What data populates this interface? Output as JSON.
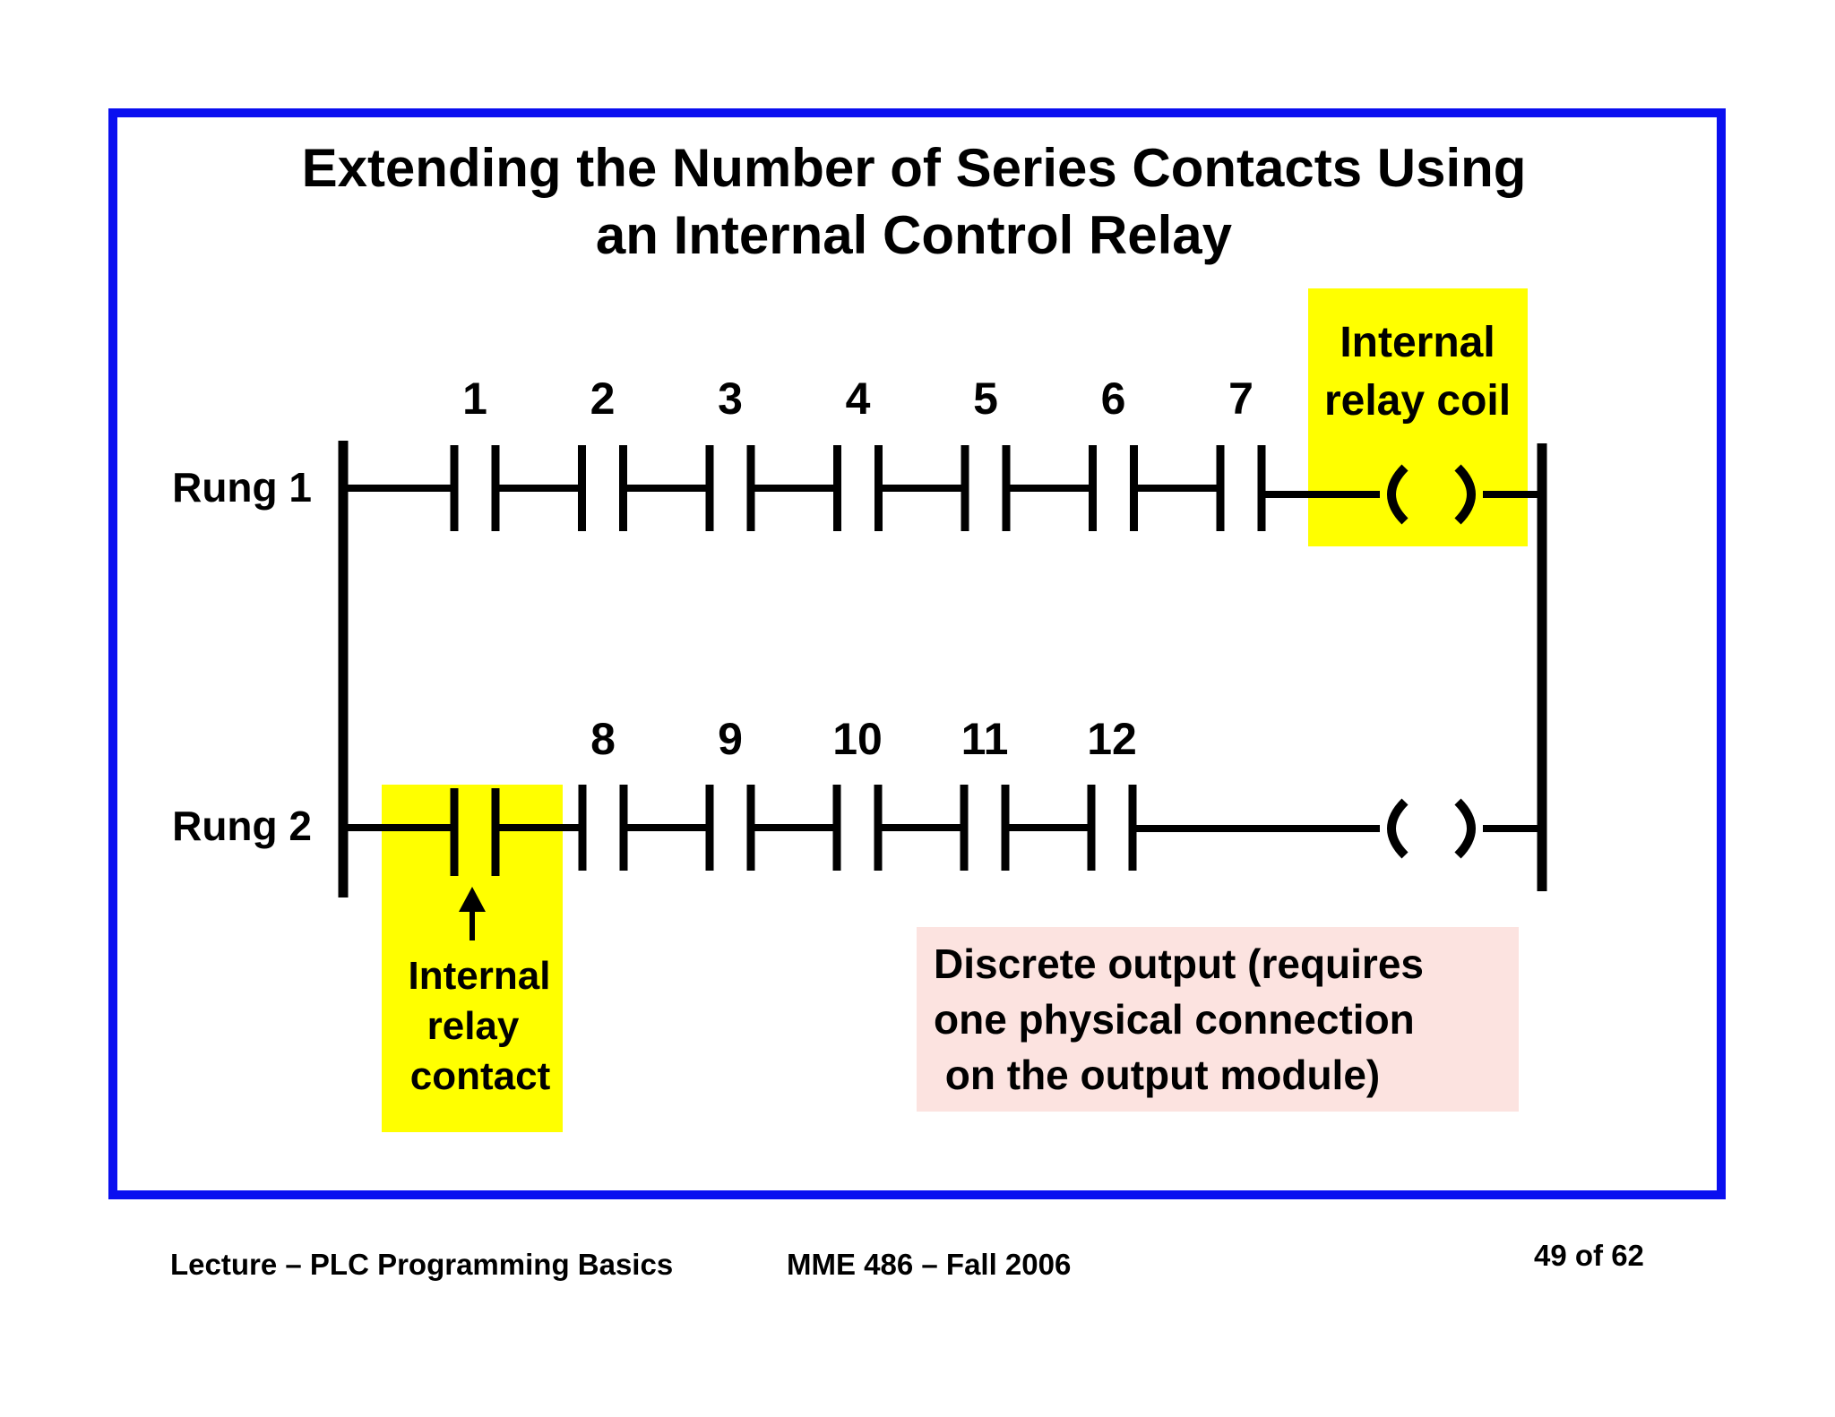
{
  "title": {
    "line1": "Extending the Number of Series Contacts Using",
    "line2": "an Internal Control Relay"
  },
  "rungs": {
    "rung1_label": "Rung 1",
    "rung2_label": "Rung 2",
    "rung1_contacts": [
      "1",
      "2",
      "3",
      "4",
      "5",
      "6",
      "7"
    ],
    "rung2_contacts": [
      "8",
      "9",
      "10",
      "11",
      "12"
    ]
  },
  "callouts": {
    "coil_line1": "Internal",
    "coil_line2": "relay coil",
    "contact_line1": "Internal",
    "contact_line2": "relay",
    "contact_line3": "contact",
    "output_line1": "Discrete output (requires",
    "output_line2": "one physical connection",
    "output_line3": " on the output module)"
  },
  "footer": {
    "lecture": "Lecture – PLC Programming Basics",
    "course": "MME 486 – Fall 2006",
    "page": "49 of 62"
  },
  "colors": {
    "frame": "#0a0ff0",
    "highlight_yellow": "#ffff00",
    "highlight_pink": "#fce3e0"
  }
}
